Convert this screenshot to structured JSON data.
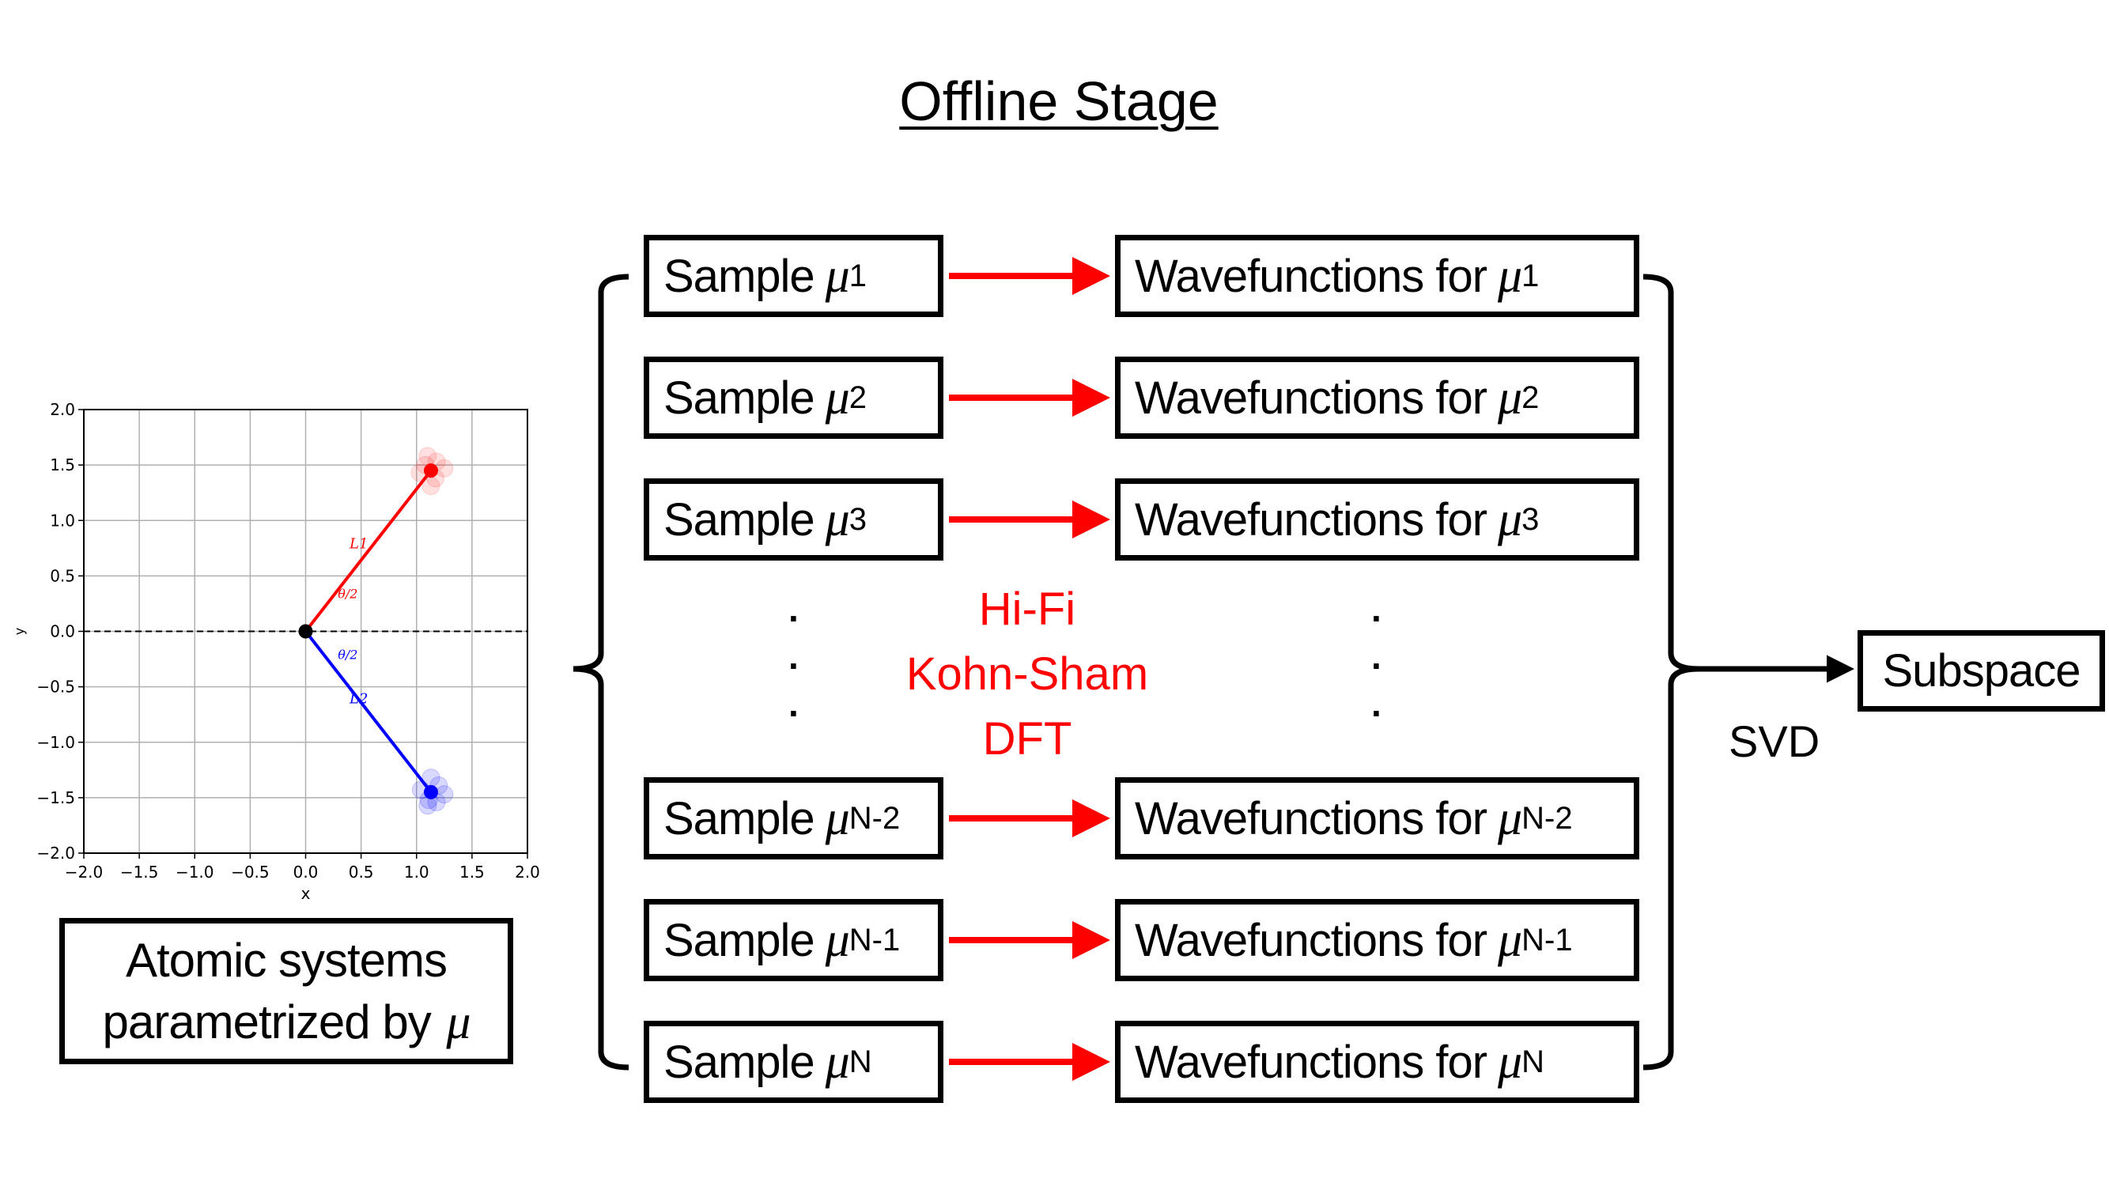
{
  "title": "Offline Stage",
  "sample_label": "Sample",
  "wave_label": "Wavefunctions for",
  "mu_symbol": "μ",
  "rows": [
    {
      "sub": "1"
    },
    {
      "sub": "2"
    },
    {
      "sub": "3"
    },
    {
      "sub": "N-2"
    },
    {
      "sub": "N-1"
    },
    {
      "sub": "N"
    }
  ],
  "method": {
    "line1": "Hi-Fi",
    "line2": "Kohn-Sham",
    "line3": "DFT"
  },
  "svd_label": "SVD",
  "subspace_label": "Subspace",
  "atomic": {
    "line1": "Atomic systems",
    "line2": "parametrized by"
  },
  "colors": {
    "arrow": "#ff0000",
    "red_atom": "#ff0000",
    "blue_atom": "#0000ff"
  },
  "chart_data": {
    "type": "scatter",
    "xlabel": "x",
    "ylabel": "y",
    "xlim": [
      -2.0,
      2.0
    ],
    "ylim": [
      -2.0,
      2.0
    ],
    "grid": true,
    "xticks": [
      "−2.0",
      "−1.5",
      "−1.0",
      "−0.5",
      "0.0",
      "0.5",
      "1.0",
      "1.5",
      "2.0"
    ],
    "yticks": [
      "2.0",
      "1.5",
      "1.0",
      "0.5",
      "0.0",
      "−0.5",
      "−1.0",
      "−1.5",
      "−2.0"
    ],
    "reference_line": {
      "y": 0.0,
      "style": "dashed"
    },
    "center_atom": {
      "x": 0.0,
      "y": 0.0,
      "color": "#000000"
    },
    "atoms": [
      {
        "x": 1.13,
        "y": 1.45,
        "color": "#ff0000",
        "bond_label": "L1",
        "angle_label": "θ/2"
      },
      {
        "x": 1.13,
        "y": -1.45,
        "color": "#0000ff",
        "bond_label": "L2",
        "angle_label": "θ/2"
      }
    ],
    "samples_red": [
      [
        1.1,
        1.58
      ],
      [
        1.18,
        1.53
      ],
      [
        1.25,
        1.47
      ],
      [
        1.03,
        1.43
      ],
      [
        1.17,
        1.38
      ],
      [
        1.13,
        1.31
      ],
      [
        1.08,
        1.5
      ]
    ],
    "samples_blue": [
      [
        1.13,
        -1.32
      ],
      [
        1.2,
        -1.39
      ],
      [
        1.04,
        -1.43
      ],
      [
        1.25,
        -1.47
      ],
      [
        1.11,
        -1.52
      ],
      [
        1.18,
        -1.54
      ],
      [
        1.1,
        -1.57
      ]
    ]
  }
}
